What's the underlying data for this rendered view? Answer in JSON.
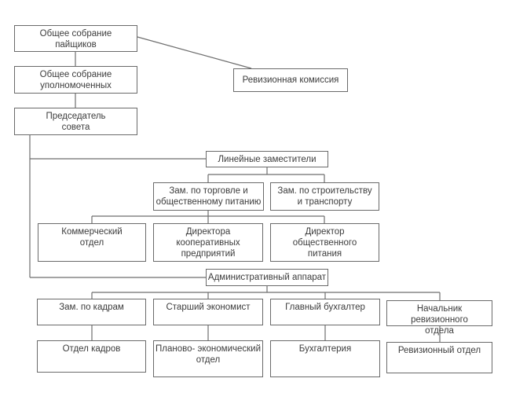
{
  "diagram": {
    "type": "org-chart",
    "nodes": {
      "general_meeting_shareholders": "Общее собрание\nпайщиков",
      "revision_commission": "Ревизионная комиссия",
      "general_meeting_representatives": "Общее собрание\nуполномоченных",
      "chairman": "Председатель\nсовета",
      "line_deputies": "Линейные заместители",
      "deputy_trade": "Зам. по торговле и\nобщественному питанию",
      "deputy_construction": "Зам. по строительству\nи транспорту",
      "commercial_dept": "Коммерческий\nотдел",
      "coop_directors": "Директора\nкооперативных\nпредприятий",
      "catering_director": "Директор\nобщественного\nпитания",
      "admin_apparatus": "Административный аппарат",
      "deputy_hr": "Зам. по кадрам",
      "senior_economist": "Старший экономист",
      "chief_accountant": "Главный бухгалтер",
      "head_revision": "Начальник ревизионного\nотдела",
      "hr_dept": "Отдел кадров",
      "planning_dept": "Планово- экономический\nотдел",
      "accounting": "Бухгалтерия",
      "revision_dept": "Ревизионный отдел"
    },
    "edges": [
      [
        "general_meeting_shareholders",
        "revision_commission"
      ],
      [
        "general_meeting_shareholders",
        "general_meeting_representatives"
      ],
      [
        "general_meeting_representatives",
        "chairman"
      ],
      [
        "chairman",
        "line_deputies"
      ],
      [
        "chairman",
        "admin_apparatus"
      ],
      [
        "line_deputies",
        "deputy_trade"
      ],
      [
        "line_deputies",
        "deputy_construction"
      ],
      [
        "deputy_trade",
        "commercial_dept"
      ],
      [
        "deputy_trade",
        "coop_directors"
      ],
      [
        "deputy_trade",
        "catering_director"
      ],
      [
        "admin_apparatus",
        "deputy_hr"
      ],
      [
        "admin_apparatus",
        "senior_economist"
      ],
      [
        "admin_apparatus",
        "chief_accountant"
      ],
      [
        "admin_apparatus",
        "head_revision"
      ],
      [
        "deputy_hr",
        "hr_dept"
      ],
      [
        "senior_economist",
        "planning_dept"
      ],
      [
        "chief_accountant",
        "accounting"
      ],
      [
        "head_revision",
        "revision_dept"
      ]
    ]
  }
}
